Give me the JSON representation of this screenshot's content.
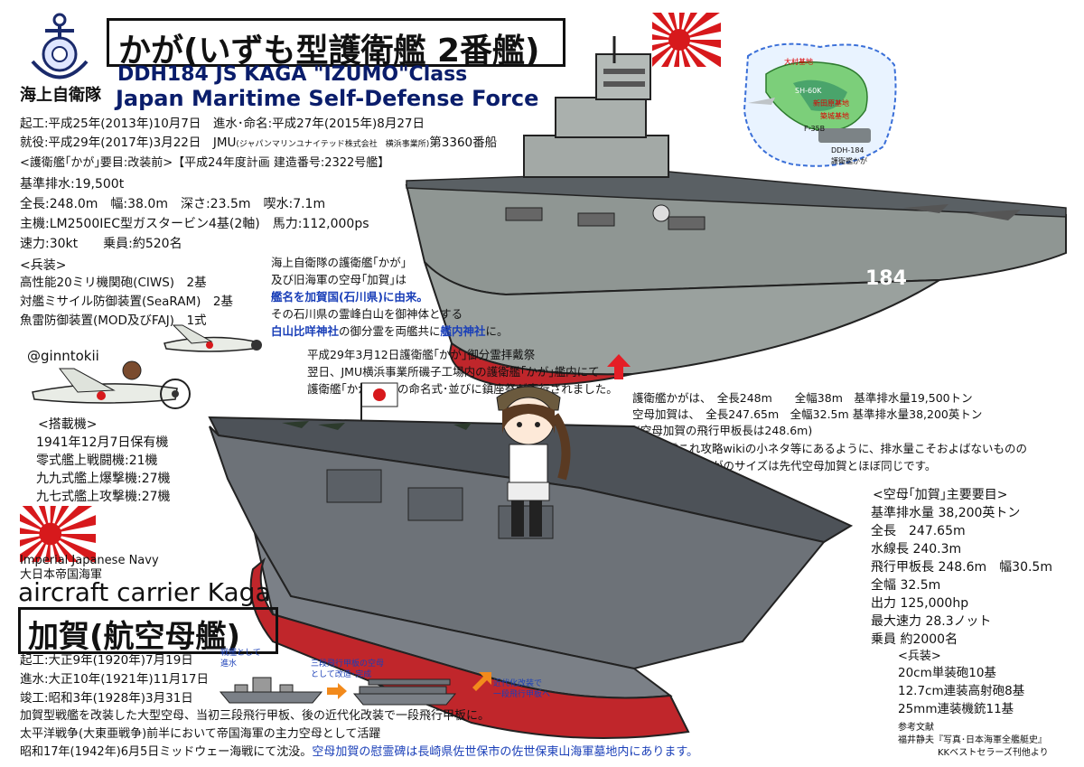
{
  "header": {
    "title": "かが(いずも型護衛艦 2番艦)",
    "subtitle_en": "DDH184 JS KAGA  \"IZUMO\"Class",
    "jmsdf_ja": "海上自衛隊",
    "jmsdf_en": "Japan Maritime Self-Defense Force"
  },
  "modern": {
    "line1": "起工:平成25年(2013年)10月7日　進水･命名:平成27年(2015年)8月27日",
    "line2a": "就役:平成29年(2017年)3月22日　JMU",
    "line2b": "(ジャパンマリンユナイテッド株式会社　横浜事業所)",
    "line2c": "第3360番船",
    "spec_header": "<護衛艦｢かが｣要目:改装前>【平成24年度計画 建造番号:2322号艦】",
    "specs": [
      "基準排水:19,500t",
      "全長:248.0m　幅:38.0m　深さ:23.5m　喫水:7.1m",
      "主機:LM2500IEC型ガスタービン4基(2軸)　馬力:112,000ps",
      "速力:30kt　　乗員:約520名"
    ],
    "arms_header": "<兵装>",
    "arms": [
      "高性能20ミリ機関砲(CIWS)　2基",
      "対艦ミサイル防御装置(SeaRAM)　2基",
      "魚雷防御装置(MOD及びFAJ)　1式"
    ],
    "handle": "@ginntokii",
    "hull_number": "184"
  },
  "story": {
    "p1_lines": [
      "海上自衛隊の護衛艦｢かが｣",
      "及び旧海軍の空母｢加賀｣は"
    ],
    "p1_blue": "艦名を加賀国(石川県)に由来。",
    "p2_line": "その石川県の霊峰白山を御神体とする",
    "p3_blue_a": "白山比咩神社",
    "p3_black": "の御分霊を両艦共に",
    "p3_blue_b": "艦内神社",
    "p3_end": "に。",
    "p4_lines": [
      "平成29年3月12日護衛艦｢かが｣御分霊拝戴祭",
      "翌日、JMU横浜事業所磯子工場内の護衛艦｢かが｣艦内にて",
      "護衛艦｢かが神社｣の命名式･並びに鎮座祭が斎行されました。"
    ]
  },
  "map": {
    "label": "DDH-184",
    "label2": "護衛艦かが",
    "places": [
      "大村基地",
      "SH-60K",
      "新田原基地",
      "築城基地",
      "F-35B"
    ]
  },
  "compare": {
    "lines": [
      "護衛艦かがは、　全長248m　　全幅38m　基準排水量19,500トン",
      "空母加賀は、　全長247.65m　全幅32.5m 基準排水量38,200英トン",
      "(空母加賀の飛行甲板長は248.6m)",
      "艦これ攻略wikiの小ネタ等にあるように、排水量こそおよばないものの",
      "護衛艦かがのサイズは先代空母加賀とほぼ同じです。"
    ]
  },
  "aircraft": {
    "header": "<搭載機>",
    "lines": [
      "1941年12月7日保有機",
      "零式艦上戦闘機:21機",
      "九九式艦上爆撃機:27機",
      "九七式艦上攻撃機:27機"
    ]
  },
  "ijn": {
    "en": "Imperial Japanese Navy",
    "ja": "大日本帝国海軍",
    "carrier_en": "aircraft carrier Kaga",
    "carrier_ja": "加賀(航空母艦)",
    "dates": [
      "起工:大正9年(1920年)7月19日",
      "進水:大正10年(1921年)11月17日",
      "竣工:昭和3年(1928年)3月31日"
    ],
    "evo_labels": [
      "戦艦として",
      "進水",
      "三段飛行甲板の空母",
      "として改造･完成",
      "近代化改装で",
      "一段飛行甲板へ"
    ],
    "history": [
      "加賀型戦艦を改装した大型空母、当初三段飛行甲板、後の近代化改装で一段飛行甲板に。",
      "太平洋戦争(大東亜戦争)前半において帝国海軍の主力空母として活躍"
    ],
    "last_black": "昭和17年(1942年)6月5日ミッドウェー海戦にて沈没。",
    "last_blue": "空母加賀の慰霊碑は長崎県佐世保市の佐世保東山海軍墓地内にあります。"
  },
  "kaga_specs": {
    "header": "<空母｢加賀｣主要要目>",
    "lines": [
      "基準排水量 38,200英トン",
      "全長　247.65m",
      "水線長 240.3m",
      "飛行甲板長 248.6m　幅30.5m",
      "全幅 32.5m",
      "出力 125,000hp",
      "最大速力 28.3ノット",
      "乗員 約2000名"
    ],
    "arms_header": "<兵装>",
    "arms": [
      "20cm単装砲10基",
      "12.7cm連装高射砲8基",
      "25mm連装機銃11基"
    ],
    "ref_header": "参考文献",
    "ref1": "福井静夫『写真･日本海軍全艦艇史』",
    "ref2": "KKベストセラーズ刊他より"
  },
  "colors": {
    "flag_red": "#d7191c",
    "hull_red": "#c0262b",
    "modern_gray": "#8f9693",
    "ijn_gray": "#6d7278",
    "deck_gray": "#4d5258",
    "arrow_red": "#e41e26",
    "text_blue": "#1a3fb8"
  }
}
